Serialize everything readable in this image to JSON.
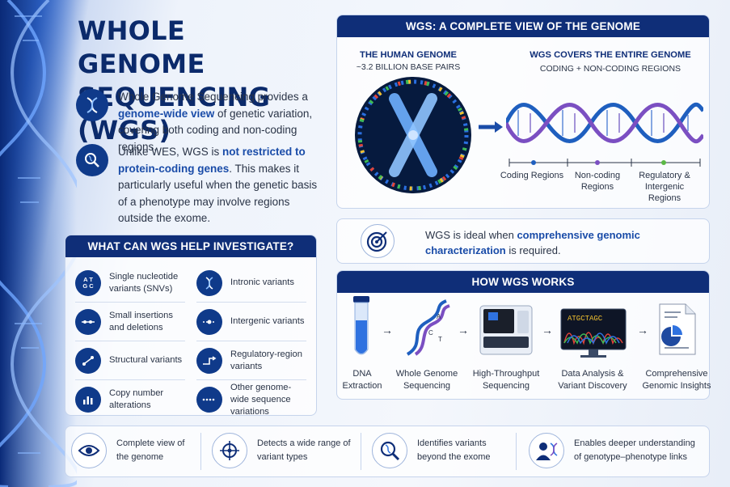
{
  "title_line1": "WHOLE GENOME",
  "title_line2": "SEQUENCING (WGS)",
  "intro1": {
    "before": "Whole Genome Sequencing provides a ",
    "highlight": "genome-wide view",
    "after": " of genetic variation, covering both coding and non-coding regions."
  },
  "intro2": {
    "before": "Unlike WES, WGS is ",
    "highlight": "not restricted to protein-coding genes",
    "after": ". This makes it particularly useful when the genetic basis of a phenotype may involve regions outside the exome."
  },
  "investigate": {
    "heading": "WHAT CAN WGS HELP INVESTIGATE?",
    "left": [
      {
        "icon": "atgc-icon",
        "label": "Single nucleotide variants (SNVs)"
      },
      {
        "icon": "indel-icon",
        "label": "Small insertions and deletions"
      },
      {
        "icon": "structural-icon",
        "label": "Structural variants"
      },
      {
        "icon": "bar-chart-icon",
        "label": "Copy number alterations"
      }
    ],
    "right": [
      {
        "icon": "dna-icon",
        "label": "Intronic variants"
      },
      {
        "icon": "intergenic-icon",
        "label": "Intergenic variants"
      },
      {
        "icon": "regulatory-icon",
        "label": "Regulatory-region variants"
      },
      {
        "icon": "dots-icon",
        "label": "Other genome-wide sequence variations"
      }
    ]
  },
  "complete_view": {
    "heading": "WGS: A COMPLETE VIEW OF THE GENOME",
    "human_genome": "THE HUMAN GENOME",
    "base_pairs": "~3.2 BILLION BASE PAIRS",
    "covers": "WGS COVERS THE ENTIRE GENOME",
    "coding_noncoding": "CODING + NON-CODING REGIONS",
    "regions": [
      {
        "label": "Coding Regions",
        "color": "#1f5fbf"
      },
      {
        "label": "Non-coding Regions",
        "color": "#7b4fc2"
      },
      {
        "label": "Regulatory & Intergenic Regions",
        "color": "#5bb845"
      }
    ]
  },
  "ideal": {
    "before": "WGS is ideal when ",
    "highlight": "comprehensive genomic characterization",
    "after": " is required."
  },
  "how": {
    "heading": "HOW WGS WORKS",
    "steps": [
      "DNA Extraction",
      "Whole Genome Sequencing",
      "High-Throughput Sequencing",
      "Data Analysis & Variant Discovery",
      "Comprehensive Genomic Insights"
    ],
    "monitor_text": "ATGCTAGC",
    "arrow": "→"
  },
  "benefits": [
    {
      "icon": "eye-icon",
      "label": "Complete view of the genome"
    },
    {
      "icon": "target-icon",
      "label": "Detects a wide range of variant types"
    },
    {
      "icon": "magnifier-dna-icon",
      "label": "Identifies variants beyond the exome"
    },
    {
      "icon": "person-dna-icon",
      "label": "Enables deeper understanding of genotype–phenotype links"
    }
  ],
  "colors": {
    "navy": "#0f2e78",
    "accent": "#1a4ca8",
    "panel_border": "#c6d4ec"
  }
}
